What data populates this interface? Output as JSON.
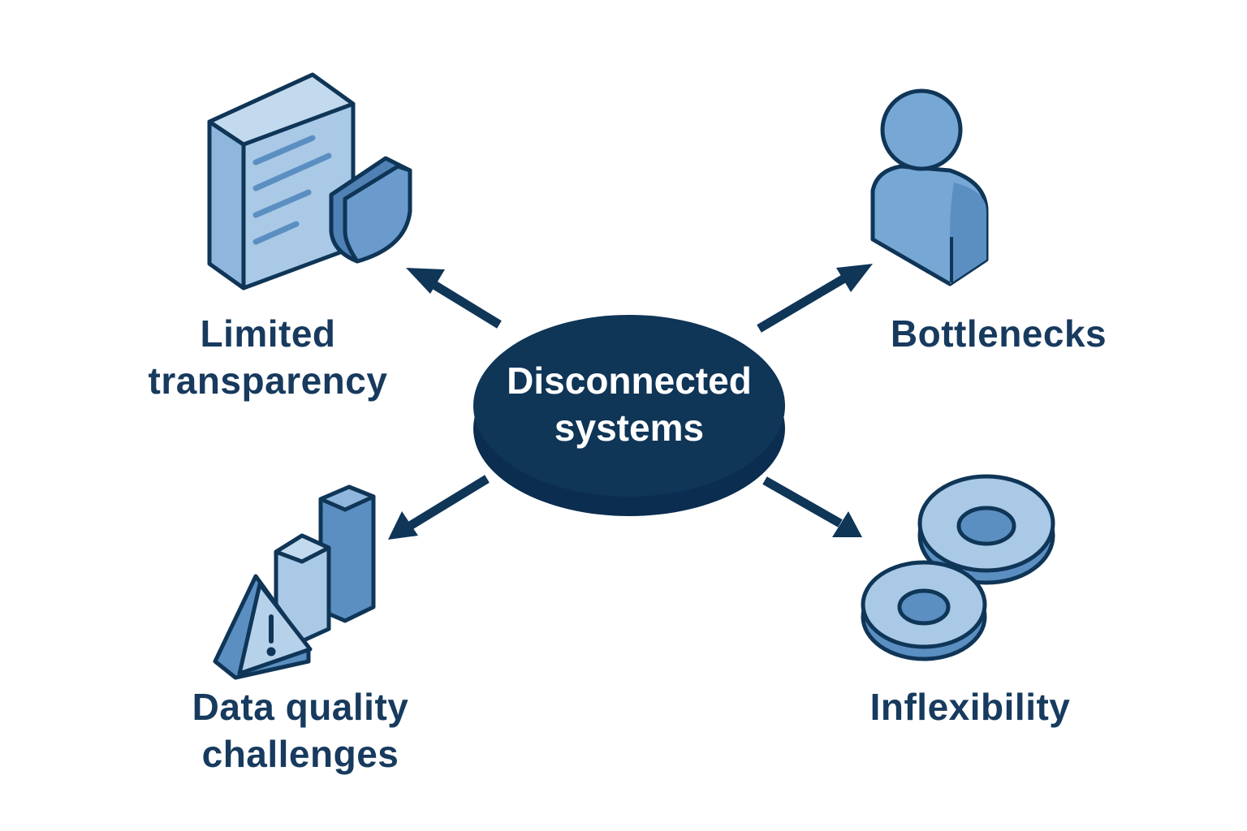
{
  "center": {
    "line1": "Disconnected",
    "line2": "systems"
  },
  "nodes": [
    {
      "id": "limited-transparency",
      "line1": "Limited",
      "line2": "transparency",
      "icon": "document-shield-icon"
    },
    {
      "id": "bottlenecks",
      "line1": "Bottlenecks",
      "line2": "",
      "icon": "person-icon"
    },
    {
      "id": "data-quality",
      "line1": "Data quality",
      "line2": "challenges",
      "icon": "warning-bar-chart-icon"
    },
    {
      "id": "inflexibility",
      "line1": "Inflexibility",
      "line2": "",
      "icon": "gears-icon"
    }
  ],
  "colors": {
    "dark_navy": "#0f3557",
    "mid_blue": "#5b8fc2",
    "light_blue": "#a9c9e6",
    "outline": "#0f3557"
  }
}
